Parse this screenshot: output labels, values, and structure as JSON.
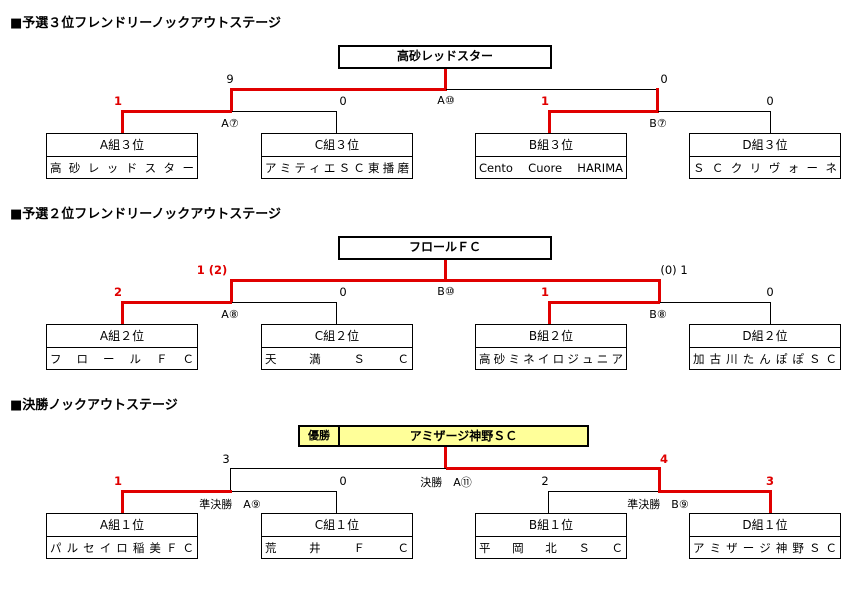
{
  "sections": [
    {
      "title": "■予選３位フレンドリーノックアウトステージ",
      "winner": "高砂レッドスター",
      "scores": {
        "left_semi": "9",
        "right_semi": "0",
        "m1_left": "1",
        "m1_right": "0",
        "m2_left": "1",
        "m2_right": "0"
      },
      "match_labels": {
        "m1": "A⑦",
        "m2": "B⑦",
        "final": "A⑩"
      },
      "teams": [
        {
          "group": "A組３位",
          "name": [
            "高",
            "砂",
            "レ",
            "ッ",
            "ド",
            "ス",
            "タ",
            "ー"
          ]
        },
        {
          "group": "C組３位",
          "name": [
            "ア",
            "ミ",
            "テ",
            "ィ",
            "エ",
            "Ｓ",
            "Ｃ",
            "東",
            "播",
            "磨"
          ]
        },
        {
          "group": "B組３位",
          "name": [
            "Cento",
            "Cuore",
            "HARIMA"
          ]
        },
        {
          "group": "D組３位",
          "name": [
            "Ｓ",
            "Ｃ",
            "ク",
            "リ",
            "ヴ",
            "ォ",
            "ー",
            "ネ"
          ]
        }
      ]
    },
    {
      "title": "■予選２位フレンドリーノックアウトステージ",
      "winner": "フロールＦＣ",
      "scores": {
        "left_semi": "1 (2)",
        "right_semi": "(0) 1",
        "m1_left": "2",
        "m1_right": "0",
        "m2_left": "1",
        "m2_right": "0"
      },
      "match_labels": {
        "m1": "A⑧",
        "m2": "B⑧",
        "final": "B⑩"
      },
      "teams": [
        {
          "group": "A組２位",
          "name": [
            "フ",
            "ロ",
            "ー",
            "ル",
            "Ｆ",
            "Ｃ"
          ]
        },
        {
          "group": "C組２位",
          "name": [
            "天",
            "満",
            "Ｓ",
            "Ｃ"
          ]
        },
        {
          "group": "B組２位",
          "name": [
            "高",
            "砂",
            "ミ",
            "ネ",
            "イ",
            "ロ",
            "ジ",
            "ュ",
            "ニ",
            "ア"
          ]
        },
        {
          "group": "D組２位",
          "name": [
            "加",
            "古",
            "川",
            "た",
            "ん",
            "ぽ",
            "ぽ",
            "Ｓ",
            "Ｃ"
          ]
        }
      ]
    },
    {
      "title": "■決勝ノックアウトステージ",
      "champion_label": "優勝",
      "winner": "アミザージ神野ＳＣ",
      "scores": {
        "left_semi": "3",
        "right_semi": "4",
        "m1_left": "1",
        "m1_right": "0",
        "m2_left": "2",
        "m2_right": "3"
      },
      "match_labels": {
        "m1": "準決勝　A⑨",
        "m2": "準決勝　B⑨",
        "final": "決勝　A⑪"
      },
      "teams": [
        {
          "group": "A組１位",
          "name": [
            "パ",
            "ル",
            "セ",
            "イ",
            "ロ",
            "稲",
            "美",
            "Ｆ",
            "Ｃ"
          ]
        },
        {
          "group": "C組１位",
          "name": [
            "荒",
            "井",
            "Ｆ",
            "Ｃ"
          ]
        },
        {
          "group": "B組１位",
          "name": [
            "平",
            "岡",
            "北",
            "Ｓ",
            "Ｃ"
          ]
        },
        {
          "group": "D組１位",
          "name": [
            "ア",
            "ミ",
            "ザ",
            "ー",
            "ジ",
            "神",
            "野",
            "Ｓ",
            "Ｃ"
          ]
        }
      ]
    }
  ],
  "colors": {
    "winner_path": "#e00000",
    "champion_bg": "#ffff99"
  }
}
